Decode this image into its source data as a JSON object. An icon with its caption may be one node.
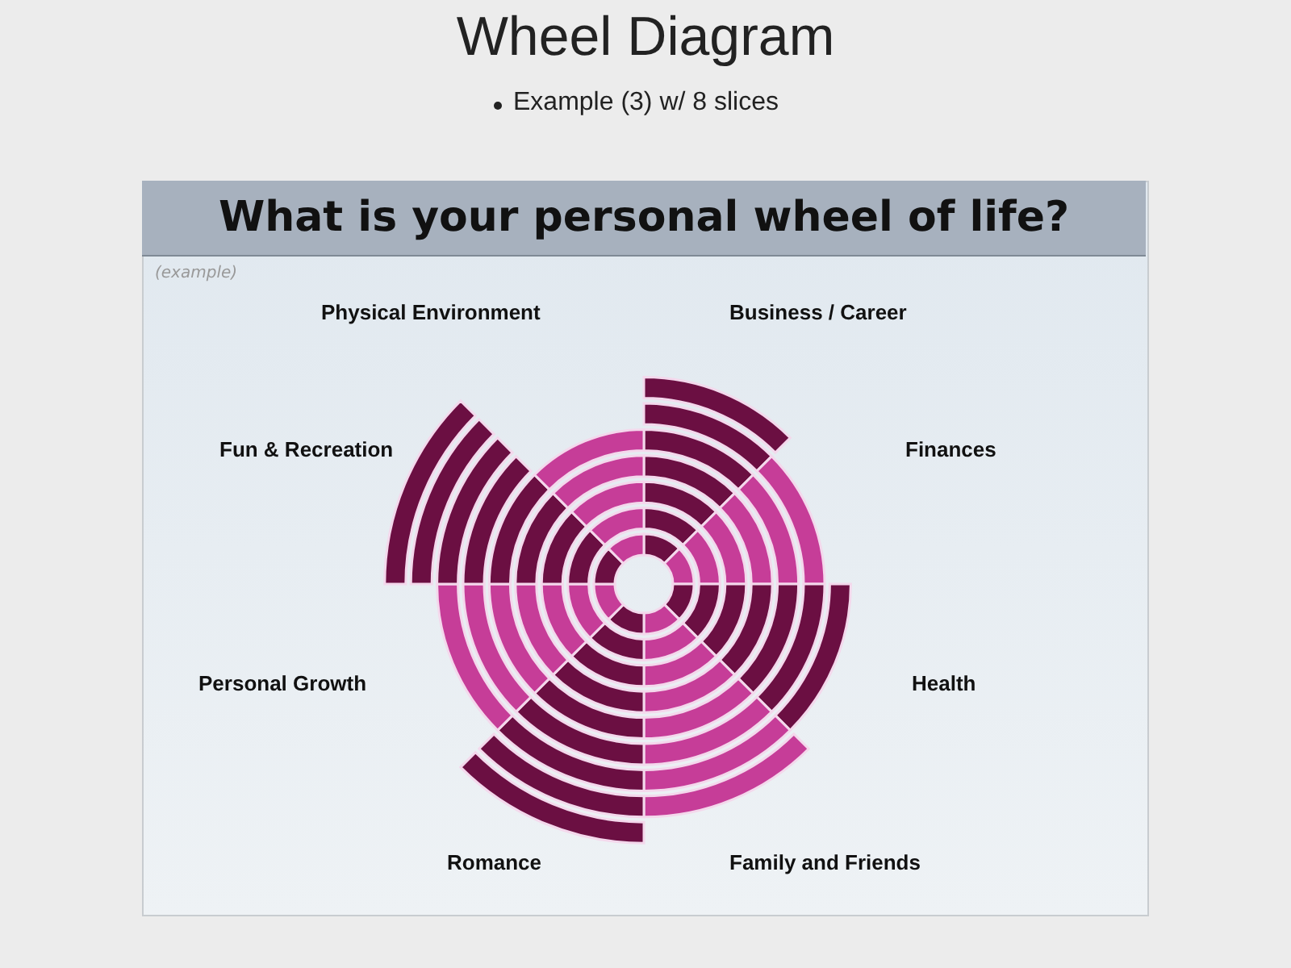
{
  "diagram": {
    "title": "Wheel Diagram",
    "nodes": [
      {
        "text": [
          "What is your personal wheel of life?"
        ]
      }
    ],
    "labels": [
      "Example (3) w/ 8 slices",
      "(example)",
      "Physical Environment",
      "Business / Career",
      "Fun & Recreation",
      "Finances",
      "Personal Growth",
      "Health",
      "Romance",
      "Family and Friends"
    ]
  }
}
